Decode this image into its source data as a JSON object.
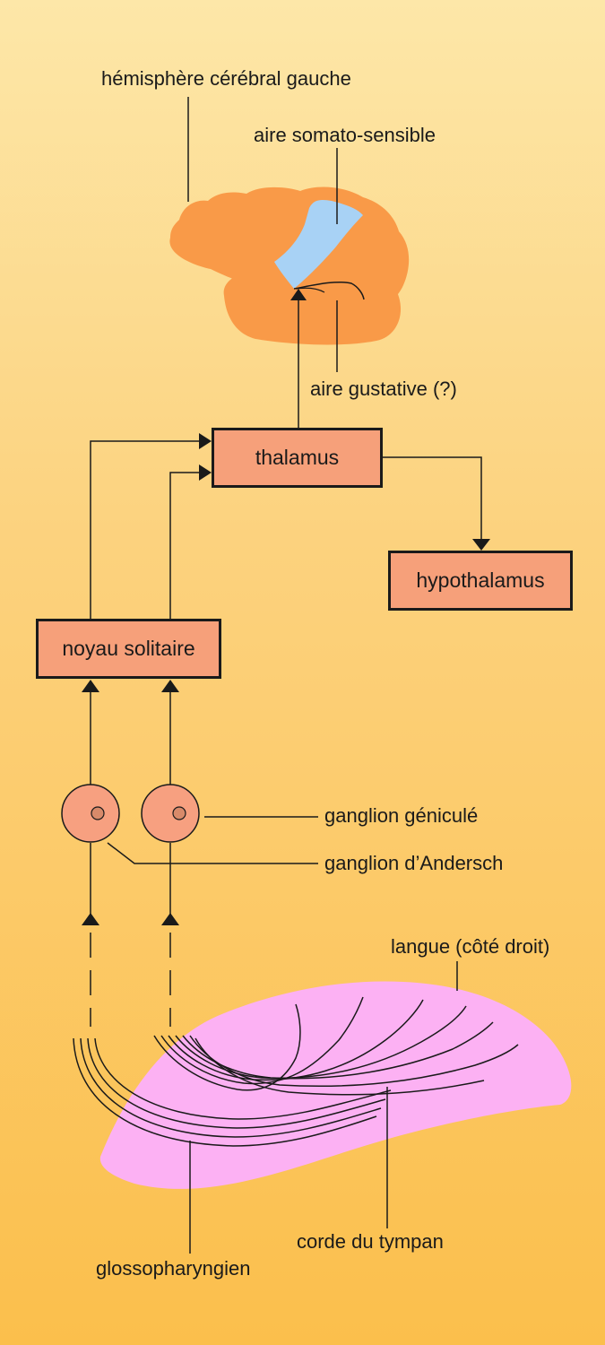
{
  "labels": {
    "hemisphere": "hémisphère cérébral gauche",
    "somato": "aire somato-sensible",
    "gustative": "aire gustative (?)",
    "geniculate": "ganglion géniculé",
    "andersch": "ganglion d’Andersch",
    "tongue": "langue (côté droit)",
    "chorda": "corde du tympan",
    "glosso": "glossopharyngien"
  },
  "boxes": {
    "thalamus": "thalamus",
    "hypothalamus": "hypothalamus",
    "solitary": "noyau solitaire"
  },
  "colors": {
    "brain": "#f99a48",
    "somato_area": "#a8d2f5",
    "box_fill": "#f6a07a",
    "tongue": "#fcb1f3",
    "ganglion": "#f7a080",
    "line": "#1a1a1a"
  }
}
